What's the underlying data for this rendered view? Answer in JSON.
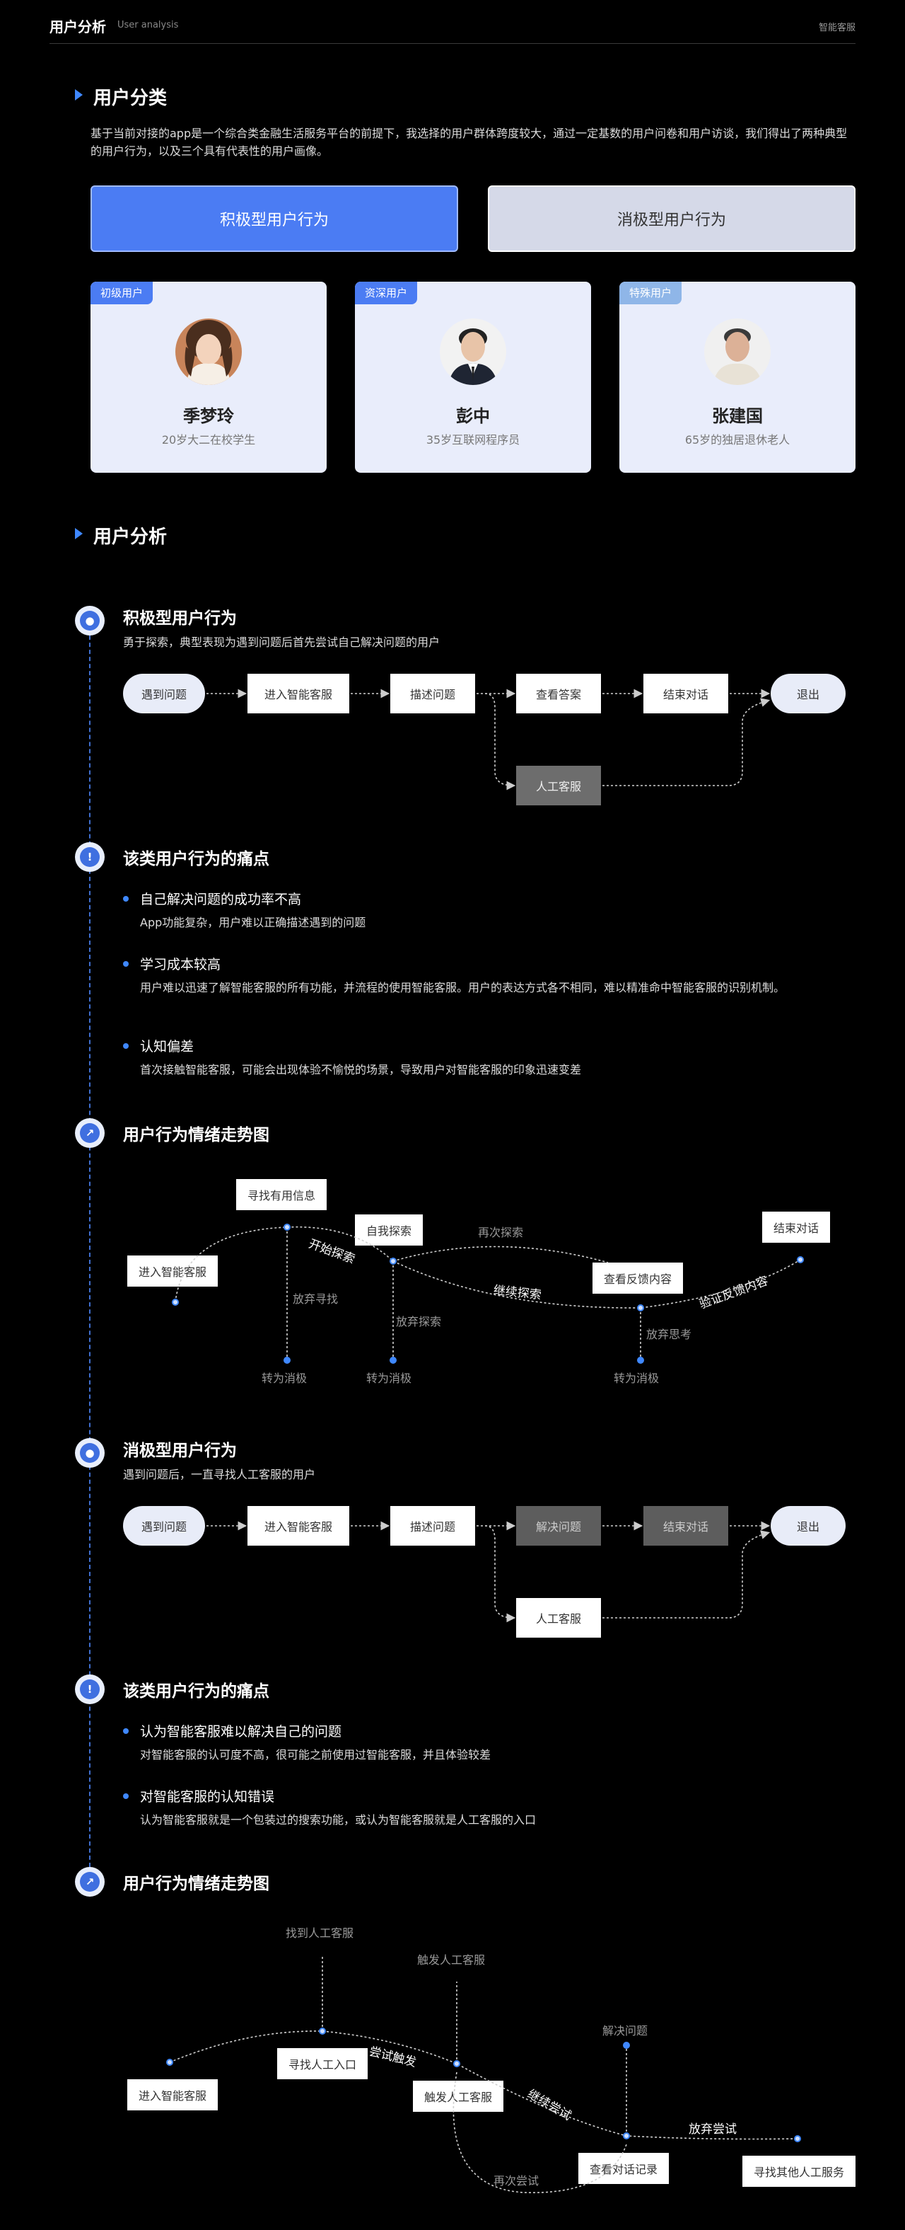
{
  "header": {
    "title": "用户分析",
    "subtitle": "User analysis",
    "right": "智能客服"
  },
  "section1": {
    "title": "用户分类",
    "intro": "基于当前对接的app是一个综合类金融生活服务平台的前提下，我选择的用户群体跨度较大，通过一定基数的用户问卷和用户访谈，我们得出了两种典型的用户行为，以及三个具有代表性的用户画像。",
    "tab_positive": "积极型用户行为",
    "tab_negative": "消极型用户行为",
    "personas": [
      {
        "tag": "初级用户",
        "name": "季梦玲",
        "desc": "20岁大二在校学生",
        "tag_color": "#4b7cf3"
      },
      {
        "tag": "资深用户",
        "name": "彭中",
        "desc": "35岁互联网程序员",
        "tag_color": "#4b7cf3"
      },
      {
        "tag": "特殊用户",
        "name": "张建国",
        "desc": "65岁的独居退休老人",
        "tag_color": "#8fb6e8"
      }
    ]
  },
  "section2": {
    "title": "用户分析"
  },
  "positive": {
    "title": "积极型用户行为",
    "subtitle": "勇于探索，典型表现为遇到问题后首先尝试自己解决问题的用户",
    "flow": [
      "遇到问题",
      "进入智能客服",
      "描述问题",
      "查看答案",
      "结束对话",
      "退出"
    ],
    "manual": "人工客服",
    "pain_title": "该类用户行为的痛点",
    "pains": [
      {
        "title": "自己解决问题的成功率不高",
        "desc": "App功能复杂，用户难以正确描述遇到的问题"
      },
      {
        "title": "学习成本较高",
        "desc": "用户难以迅速了解智能客服的所有功能，并流程的使用智能客服。用户的表达方式各不相同，难以精准命中智能客服的识别机制。"
      },
      {
        "title": "认知偏差",
        "desc": "首次接触智能客服，可能会出现体验不愉悦的场景，导致用户对智能客服的印象迅速变差"
      }
    ],
    "emotion_title": "用户行为情绪走势图",
    "emotion": {
      "boxes": [
        "进入智能客服",
        "寻找有用信息",
        "自我探索",
        "查看反馈内容",
        "结束对话"
      ],
      "curve_labels": [
        "开始探索",
        "继续探索",
        "验证反馈内容"
      ],
      "gray_labels": [
        "放弃寻找",
        "放弃探索",
        "再次探索",
        "放弃思考"
      ],
      "end_labels": [
        "转为消极",
        "转为消极",
        "转为消极"
      ]
    }
  },
  "negative": {
    "title": "消极型用户行为",
    "subtitle": "遇到问题后，一直寻找人工客服的用户",
    "flow": [
      "遇到问题",
      "进入智能客服",
      "描述问题",
      "解决问题",
      "结束对话",
      "退出"
    ],
    "manual": "人工客服",
    "pain_title": "该类用户行为的痛点",
    "pains": [
      {
        "title": "认为智能客服难以解决自己的问题",
        "desc": "对智能客服的认可度不高，很可能之前使用过智能客服，并且体验较差"
      },
      {
        "title": "对智能客服的认知错误",
        "desc": "认为智能客服就是一个包装过的搜索功能，或认为智能客服就是人工客服的入口"
      }
    ],
    "emotion_title": "用户行为情绪走势图",
    "emotion": {
      "boxes": [
        "进入智能客服",
        "寻找人工入口",
        "触发人工客服",
        "查看对话记录",
        "寻找其他人工服务"
      ],
      "curve_labels": [
        "尝试触发",
        "继续尝试",
        "放弃尝试"
      ],
      "gray_labels": [
        "找到人工客服",
        "触发人工客服",
        "解决问题",
        "再次尝试"
      ]
    }
  }
}
